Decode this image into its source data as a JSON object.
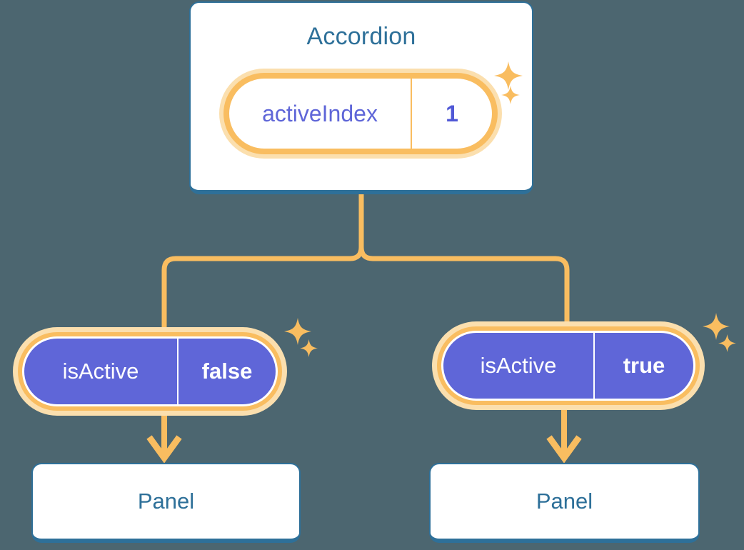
{
  "diagram": {
    "background_color": "#4c6670",
    "accent_orange": "#f9bd60",
    "halo_orange": "#fbdfae",
    "accent_blue": "#2e7099",
    "accent_purple": "#5f66d8",
    "root": {
      "title": "Accordion",
      "state_badge": {
        "key": "activeIndex",
        "value": "1",
        "style": "white-fill-orange-ring"
      },
      "sparkles": [
        "sparkle-large",
        "sparkle-small"
      ]
    },
    "children": [
      {
        "id": "left",
        "badge": {
          "key": "isActive",
          "value": "false",
          "style": "purple-fill-orange-ring"
        },
        "panel": {
          "title": "Panel"
        },
        "sparkles": [
          "sparkle-large",
          "sparkle-small"
        ]
      },
      {
        "id": "right",
        "badge": {
          "key": "isActive",
          "value": "true",
          "style": "purple-fill-orange-ring"
        },
        "panel": {
          "title": "Panel"
        },
        "sparkles": [
          "sparkle-large",
          "sparkle-small"
        ]
      }
    ],
    "connectors": {
      "color": "#f9bd60",
      "stroke_width": 7,
      "shape": "tree-split-with-rounded-corners",
      "arrow_heads": 2
    }
  }
}
